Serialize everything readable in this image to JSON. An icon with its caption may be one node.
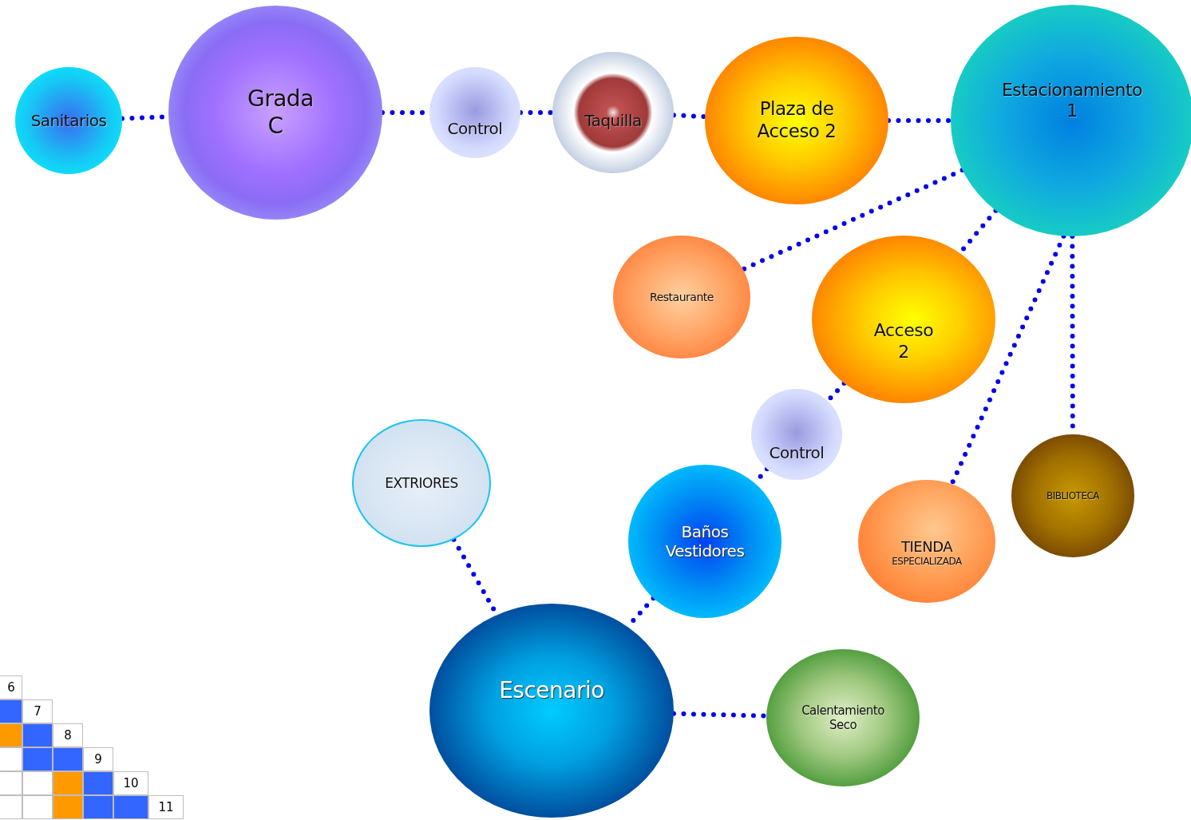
{
  "diagram": {
    "nodes": [
      {
        "text": [
          "Sanitarios"
        ]
      },
      {
        "text": [
          "Grada C"
        ]
      },
      {
        "text": [
          "Control"
        ]
      },
      {
        "text": [
          "Taquilla"
        ]
      },
      {
        "text": [
          "Plaza de Acceso 2"
        ]
      },
      {
        "text": [
          "Estacionamiento 1"
        ]
      },
      {
        "text": [
          "Restaurante"
        ]
      },
      {
        "text": [
          "Acceso 2"
        ]
      },
      {
        "text": [
          "Control"
        ]
      },
      {
        "text": [
          "EXTRIORES"
        ]
      },
      {
        "text": [
          "Baños Vestidores"
        ]
      },
      {
        "text": [
          "TIENDA",
          "ESPECIALIZADA"
        ]
      },
      {
        "text": [
          "BIBLIOTECA"
        ]
      },
      {
        "text": [
          "Escenario"
        ]
      },
      {
        "text": [
          "Calentamiento Seco"
        ]
      }
    ],
    "edges": [
      {
        "from": 0,
        "to": 1,
        "arrow": "none"
      },
      {
        "from": 1,
        "to": 2,
        "arrow": "none"
      },
      {
        "from": 2,
        "to": 3,
        "arrow": "none"
      },
      {
        "from": 3,
        "to": 4,
        "arrow": "none"
      },
      {
        "from": 4,
        "to": 5,
        "arrow": "none"
      },
      {
        "from": 5,
        "to": 6,
        "arrow": "none"
      },
      {
        "from": 5,
        "to": 7,
        "arrow": "none"
      },
      {
        "from": 5,
        "to": 11,
        "arrow": "none"
      },
      {
        "from": 5,
        "to": 12,
        "arrow": "none"
      },
      {
        "from": 7,
        "to": 8,
        "arrow": "none"
      },
      {
        "from": 8,
        "to": 10,
        "arrow": "none"
      },
      {
        "from": 10,
        "to": 13,
        "arrow": "none"
      },
      {
        "from": 9,
        "to": 13,
        "arrow": "none"
      },
      {
        "from": 13,
        "to": 14,
        "arrow": "none"
      }
    ],
    "labels": [
      "6",
      "7",
      "8",
      "9",
      "10",
      "11"
    ]
  }
}
